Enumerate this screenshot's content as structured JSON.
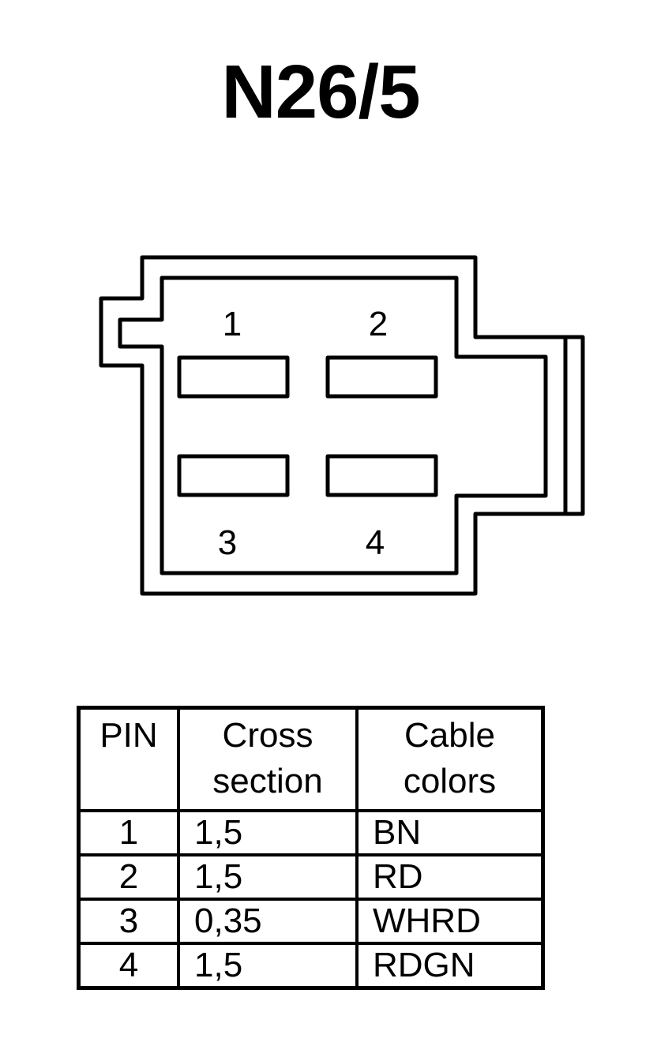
{
  "title": "N26/5",
  "connector": {
    "pin_labels": [
      "1",
      "2",
      "3",
      "4"
    ]
  },
  "table": {
    "headers": {
      "pin": "PIN",
      "cross_line1": "Cross",
      "cross_line2": "section",
      "color_line1": "Cable",
      "color_line2": "colors"
    },
    "rows": [
      {
        "pin": "1",
        "cross": "1,5",
        "color": "BN"
      },
      {
        "pin": "2",
        "cross": "1,5",
        "color": "RD"
      },
      {
        "pin": "3",
        "cross": "0,35",
        "color": "WHRD"
      },
      {
        "pin": "4",
        "cross": "1,5",
        "color": "RDGN"
      }
    ]
  }
}
